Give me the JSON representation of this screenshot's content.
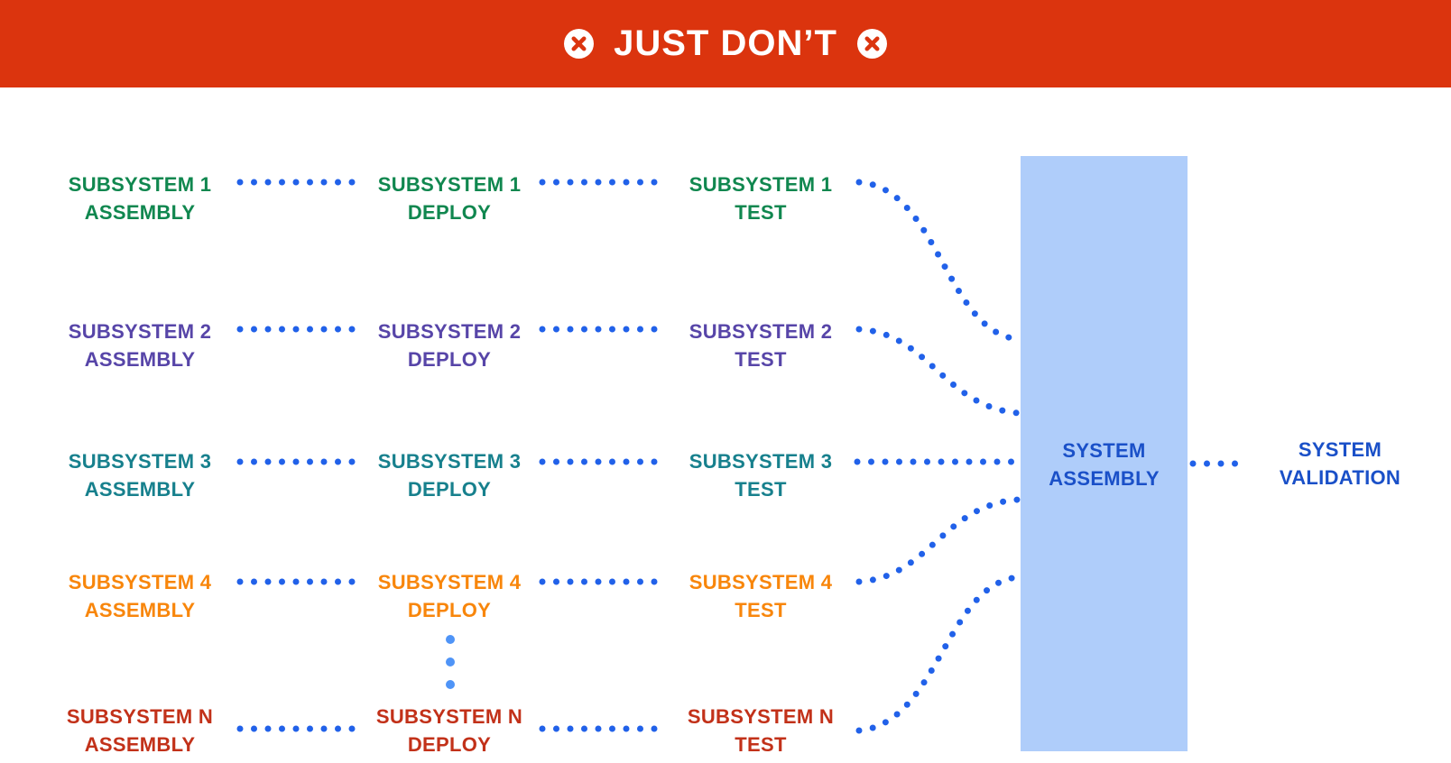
{
  "banner": {
    "title": "JUST DON’T",
    "background": "#DB340E",
    "icon": "x-circle-icon",
    "icon_circle_color": "#FFFFFF",
    "icon_x_color": "#DB340E"
  },
  "diagram": {
    "stages": [
      "ASSEMBLY",
      "DEPLOY",
      "TEST"
    ],
    "subsystems": [
      {
        "name": "SUBSYSTEM 1",
        "color": "#10874F"
      },
      {
        "name": "SUBSYSTEM 2",
        "color": "#5745A8"
      },
      {
        "name": "SUBSYSTEM 3",
        "color": "#17808D"
      },
      {
        "name": "SUBSYSTEM 4",
        "color": "#F8860B"
      },
      {
        "name": "SUBSYSTEM N",
        "color": "#C23119"
      }
    ],
    "system_assembly": {
      "line1": "SYSTEM",
      "line2": "ASSEMBLY",
      "text_color": "#1A50C8",
      "box_color": "#AFCDFA"
    },
    "system_validation": {
      "line1": "SYSTEM",
      "line2": "VALIDATION",
      "text_color": "#1A50C8"
    },
    "connector_dot_color": "#2161E9",
    "ellipsis_dot_color": "#4F94F7"
  }
}
